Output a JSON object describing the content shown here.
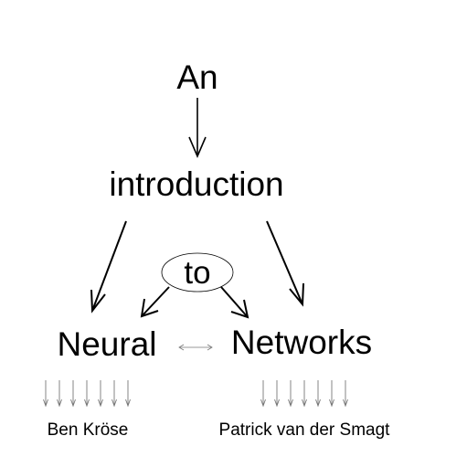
{
  "cover": {
    "words": {
      "an": "An",
      "introduction": "introduction",
      "to": "to",
      "neural": "Neural",
      "networks": "Networks"
    },
    "authors": {
      "first": "Ben Kröse",
      "second": "Patrick van der Smagt"
    },
    "colors": {
      "text": "#000000",
      "minor_arrow": "#777777",
      "background": "#ffffff"
    }
  }
}
